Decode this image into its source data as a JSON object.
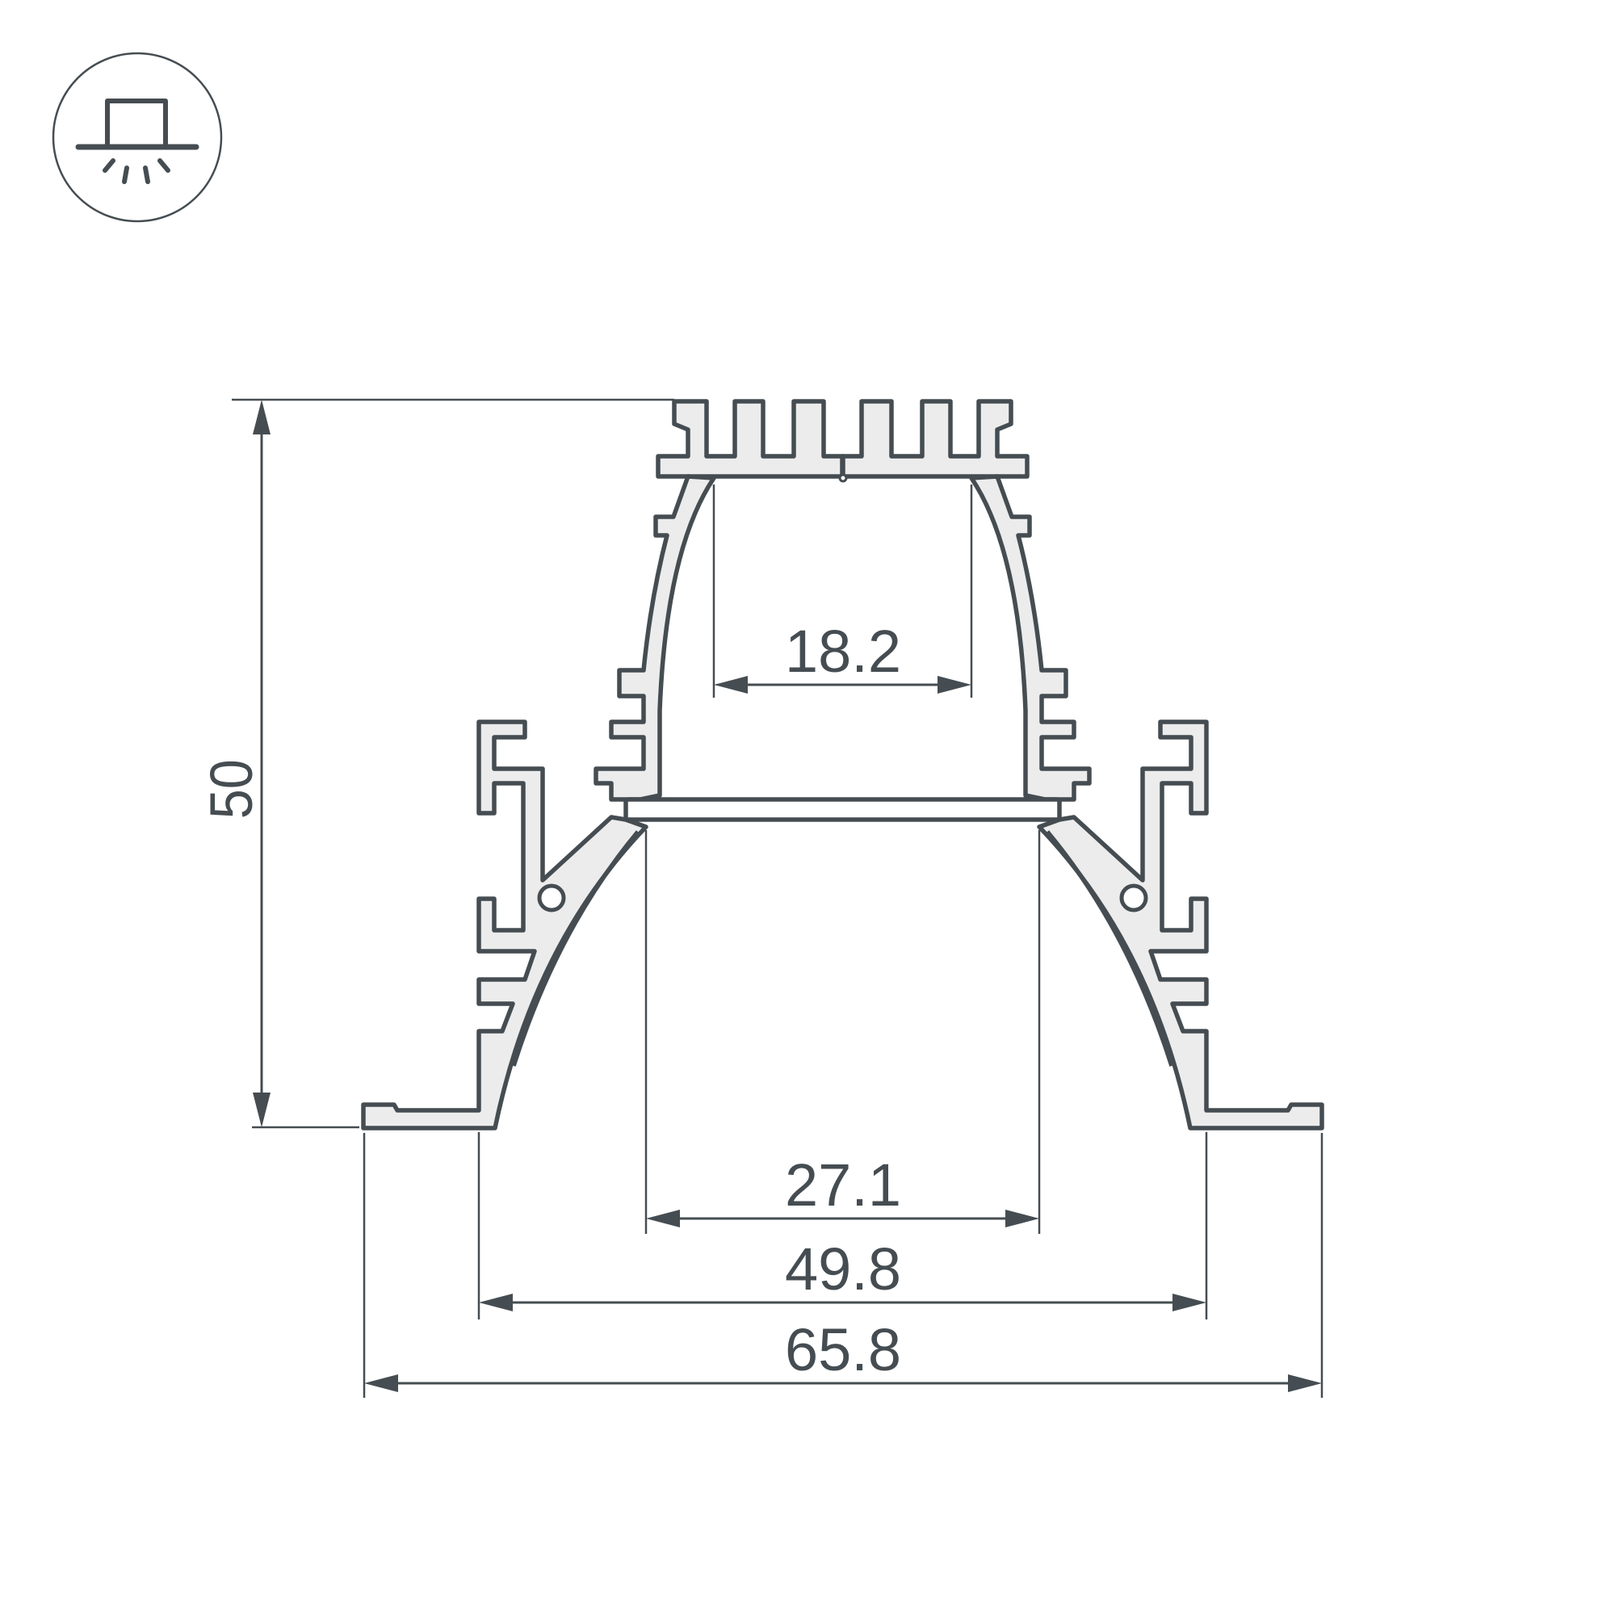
{
  "icon": {
    "name": "recessed-ceiling-light-icon",
    "description": "Recessed mounting / downlight symbol"
  },
  "colors": {
    "line": "#454d52",
    "material_fill": "#ececec",
    "background": "#ffffff"
  },
  "dimensions": {
    "height": {
      "label": "50",
      "orientation": "vertical"
    },
    "top_opening": {
      "label": "18.2",
      "orientation": "horizontal"
    },
    "inner_opening": {
      "label": "27.1",
      "orientation": "horizontal"
    },
    "body_width": {
      "label": "49.8",
      "orientation": "horizontal"
    },
    "flange_width": {
      "label": "65.8",
      "orientation": "horizontal"
    }
  }
}
